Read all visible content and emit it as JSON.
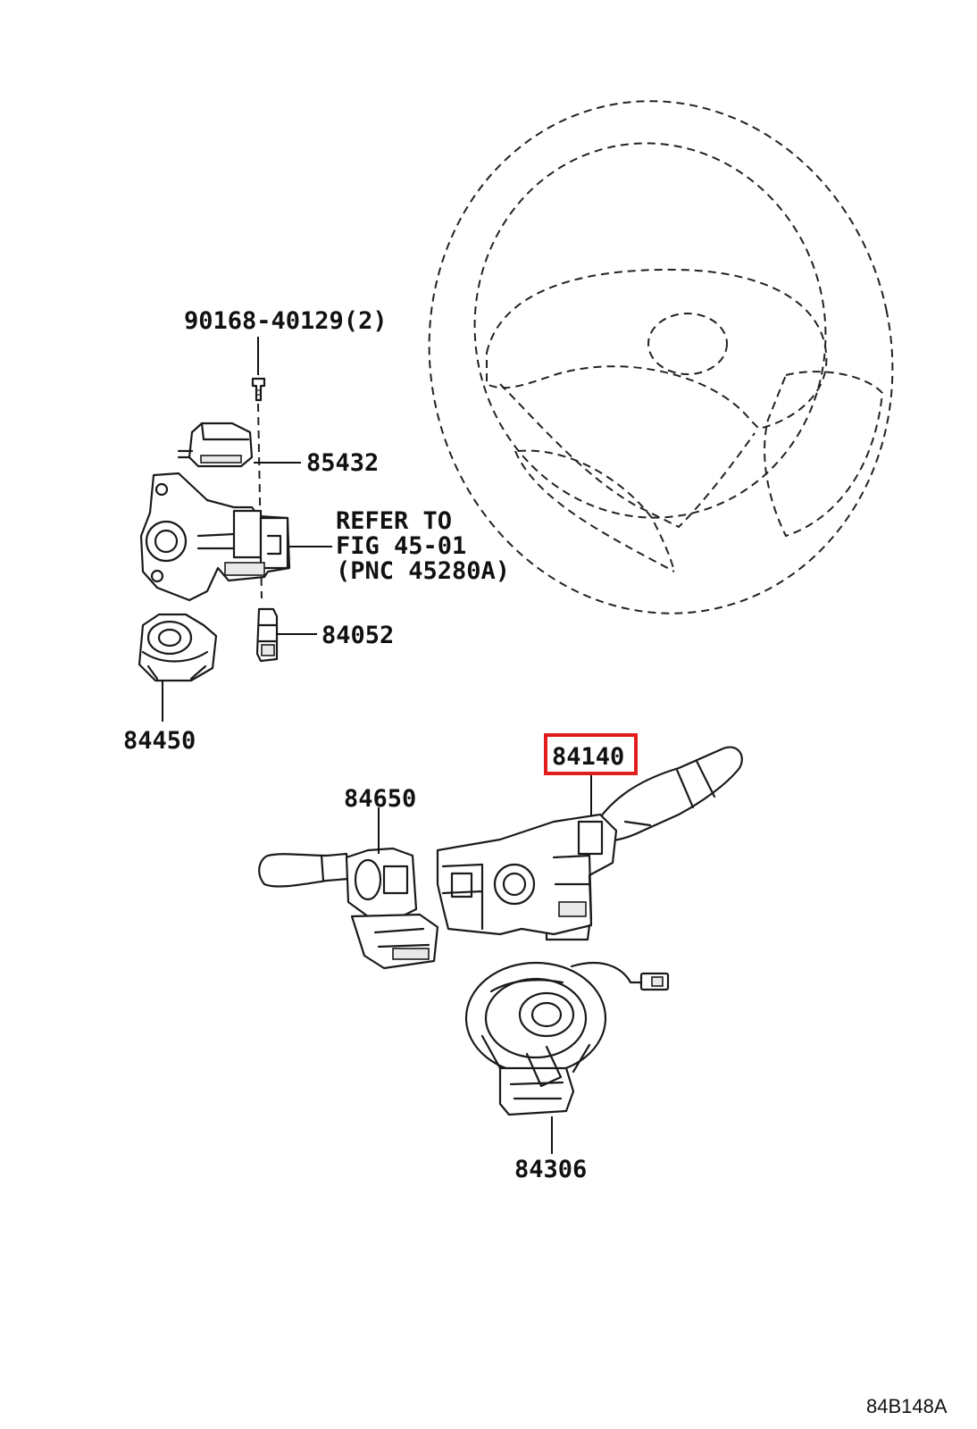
{
  "labels": {
    "screw": "90168-40129(2)",
    "part_85432": "85432",
    "refer_line1": "REFER TO",
    "refer_line2": "FIG 45-01",
    "refer_line3": "(PNC 45280A)",
    "part_84052": "84052",
    "part_84450": "84450",
    "part_84140": "84140",
    "part_84650": "84650",
    "part_84306": "84306",
    "diagram_code": "84B148A"
  },
  "highlight": {
    "part": "84140",
    "color": "#e21d1d"
  }
}
